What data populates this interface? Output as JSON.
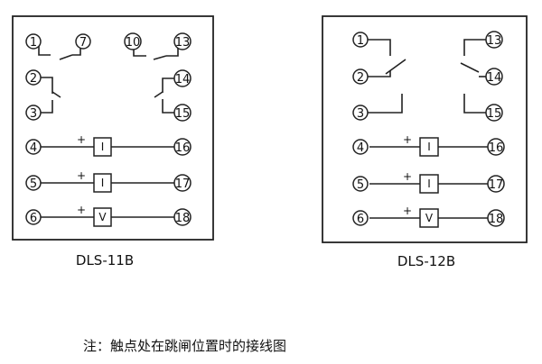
{
  "diagrams": [
    {
      "caption": "DLS-11B",
      "terminals": {
        "t1": "1",
        "t7": "7",
        "t10": "10",
        "t13": "13",
        "t2": "2",
        "t14": "14",
        "t3": "3",
        "t15": "15",
        "t4": "4",
        "t16": "16",
        "t5": "5",
        "t17": "17",
        "t6": "6",
        "t18": "18"
      },
      "coils": [
        {
          "plus": "+",
          "label": "I"
        },
        {
          "plus": "+",
          "label": "I"
        },
        {
          "plus": "+",
          "label": "V"
        }
      ]
    },
    {
      "caption": "DLS-12B",
      "terminals": {
        "t1": "1",
        "t13": "13",
        "t2": "2",
        "t14": "14",
        "t3": "3",
        "t15": "15",
        "t4": "4",
        "t16": "16",
        "t5": "5",
        "t17": "17",
        "t6": "6",
        "t18": "18"
      },
      "coils": [
        {
          "plus": "+",
          "label": "I"
        },
        {
          "plus": "+",
          "label": "I"
        },
        {
          "plus": "+",
          "label": "V"
        }
      ]
    }
  ],
  "note": "注：触点处在跳闸位置时的接线图"
}
